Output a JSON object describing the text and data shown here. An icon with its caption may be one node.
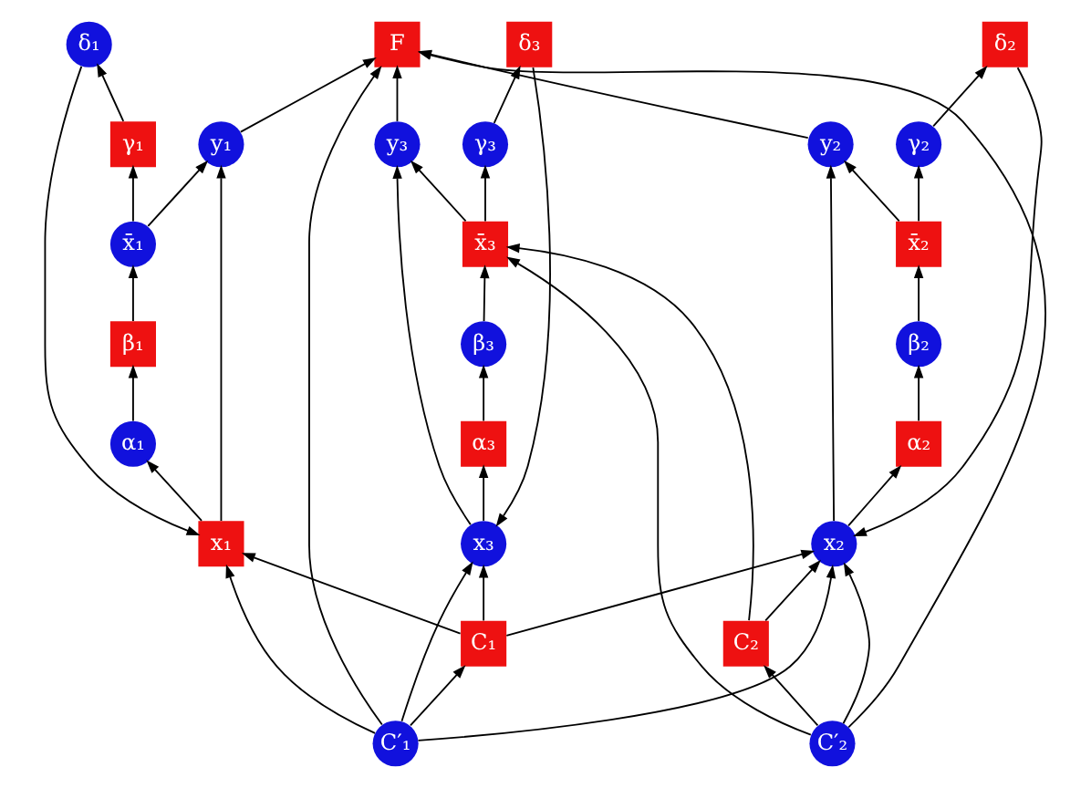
{
  "diagram": {
    "nodes": [
      {
        "text": [
          "F"
        ]
      },
      {
        "text": [
          "y₁"
        ]
      },
      {
        "text": [
          "x₁"
        ]
      },
      {
        "text": [
          "α₁"
        ]
      },
      {
        "text": [
          "β₁"
        ]
      },
      {
        "text": [
          "x̄₁"
        ]
      },
      {
        "text": [
          "δ₁"
        ]
      },
      {
        "text": [
          "γ₁"
        ]
      },
      {
        "text": [
          "y₂"
        ]
      },
      {
        "text": [
          "x₂"
        ]
      },
      {
        "text": [
          "α₂"
        ]
      },
      {
        "text": [
          "β₂"
        ]
      },
      {
        "text": [
          "x̄₂"
        ]
      },
      {
        "text": [
          "δ₂"
        ]
      },
      {
        "text": [
          "γ₂"
        ]
      },
      {
        "text": [
          "y₃"
        ]
      },
      {
        "text": [
          "x₃"
        ]
      },
      {
        "text": [
          "α₃"
        ]
      },
      {
        "text": [
          "β₃"
        ]
      },
      {
        "text": [
          "x̄₃"
        ]
      },
      {
        "text": [
          "δ₃"
        ]
      },
      {
        "text": [
          "γ₃"
        ]
      },
      {
        "text": [
          "C′₁"
        ]
      },
      {
        "text": [
          "C₁"
        ]
      },
      {
        "text": [
          "C′₂"
        ]
      },
      {
        "text": [
          "C₂"
        ]
      }
    ],
    "edges": [
      {
        "from": 2,
        "to": 3,
        "arrow": "to"
      },
      {
        "from": 3,
        "to": 4,
        "arrow": "to"
      },
      {
        "from": 4,
        "to": 5,
        "arrow": "to"
      },
      {
        "from": 5,
        "to": 7,
        "arrow": "to"
      },
      {
        "from": 7,
        "to": 6,
        "arrow": "to"
      },
      {
        "from": 6,
        "to": 2,
        "arrow": "to"
      },
      {
        "from": 2,
        "to": 1,
        "arrow": "to"
      },
      {
        "from": 5,
        "to": 1,
        "arrow": "to"
      },
      {
        "from": 1,
        "to": 0,
        "arrow": "to"
      },
      {
        "from": 9,
        "to": 10,
        "arrow": "to"
      },
      {
        "from": 10,
        "to": 11,
        "arrow": "to"
      },
      {
        "from": 11,
        "to": 12,
        "arrow": "to"
      },
      {
        "from": 12,
        "to": 14,
        "arrow": "to"
      },
      {
        "from": 14,
        "to": 13,
        "arrow": "to"
      },
      {
        "from": 13,
        "to": 9,
        "arrow": "to"
      },
      {
        "from": 9,
        "to": 8,
        "arrow": "to"
      },
      {
        "from": 12,
        "to": 8,
        "arrow": "to"
      },
      {
        "from": 8,
        "to": 0,
        "arrow": "to"
      },
      {
        "from": 16,
        "to": 17,
        "arrow": "to"
      },
      {
        "from": 17,
        "to": 18,
        "arrow": "to"
      },
      {
        "from": 18,
        "to": 19,
        "arrow": "to"
      },
      {
        "from": 19,
        "to": 21,
        "arrow": "to"
      },
      {
        "from": 21,
        "to": 20,
        "arrow": "to"
      },
      {
        "from": 20,
        "to": 16,
        "arrow": "to"
      },
      {
        "from": 16,
        "to": 15,
        "arrow": "to"
      },
      {
        "from": 19,
        "to": 15,
        "arrow": "to"
      },
      {
        "from": 15,
        "to": 0,
        "arrow": "to"
      },
      {
        "from": 22,
        "to": 23,
        "arrow": "to"
      },
      {
        "from": 24,
        "to": 25,
        "arrow": "to"
      },
      {
        "from": 22,
        "to": 2,
        "arrow": "to"
      },
      {
        "from": 23,
        "to": 2,
        "arrow": "to"
      },
      {
        "from": 22,
        "to": 9,
        "arrow": "to"
      },
      {
        "from": 23,
        "to": 9,
        "arrow": "to"
      },
      {
        "from": 22,
        "to": 16,
        "arrow": "to"
      },
      {
        "from": 23,
        "to": 16,
        "arrow": "to"
      },
      {
        "from": 24,
        "to": 9,
        "arrow": "to"
      },
      {
        "from": 25,
        "to": 9,
        "arrow": "to"
      },
      {
        "from": 24,
        "to": 19,
        "arrow": "to"
      },
      {
        "from": 25,
        "to": 19,
        "arrow": "to"
      },
      {
        "from": 22,
        "to": 0,
        "arrow": "to"
      },
      {
        "from": 24,
        "to": 0,
        "arrow": "to"
      }
    ]
  }
}
